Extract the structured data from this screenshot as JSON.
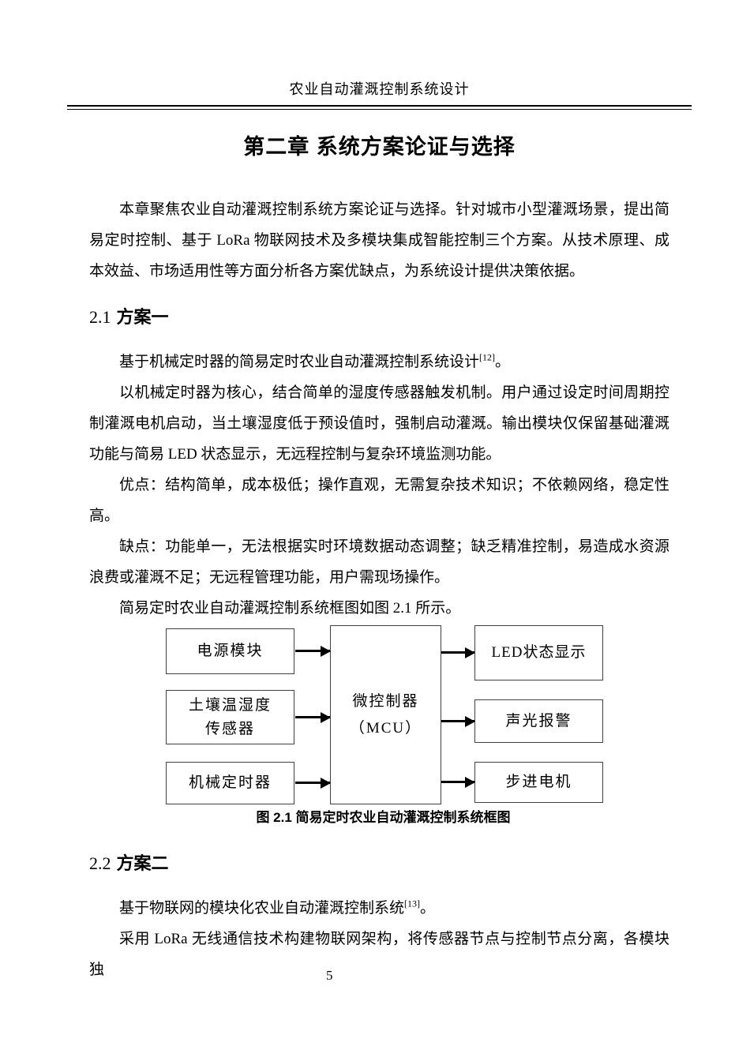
{
  "page": {
    "header": "农业自动灌溉控制系统设计",
    "chapter_title": "第二章 系统方案论证与选择",
    "page_number": "5"
  },
  "intro": "本章聚焦农业自动灌溉控制系统方案论证与选择。针对城市小型灌溉场景，提出简易定时控制、基于 LoRa 物联网技术及多模块集成智能控制三个方案。从技术原理、成本效益、市场适用性等方面分析各方案优缺点，为系统设计提供决策依据。",
  "section1": {
    "number": "2.1",
    "title": "方案一",
    "p1": {
      "text": "基于机械定时器的简易定时农业自动灌溉控制系统设计",
      "ref": "[12]",
      "tail": "。"
    },
    "p2": "以机械定时器为核心，结合简单的湿度传感器触发机制。用户通过设定时间周期控制灌溉电机启动，当土壤湿度低于预设值时，强制启动灌溉。输出模块仅保留基础灌溉功能与简易 LED 状态显示，无远程控制与复杂环境监测功能。",
    "p3": "优点：结构简单，成本极低；操作直观，无需复杂技术知识；不依赖网络，稳定性高。",
    "p4": "缺点：功能单一，无法根据实时环境数据动态调整；缺乏精准控制，易造成水资源浪费或灌溉不足；无远程管理功能，用户需现场操作。",
    "p5": "简易定时农业自动灌溉控制系统框图如图 2.1 所示。"
  },
  "figure": {
    "caption": "图 2.1 简易定时农业自动灌溉控制系统框图",
    "inputs": [
      {
        "label": "电源模块"
      },
      {
        "label": "土壤温湿度\n传感器"
      },
      {
        "label": "机械定时器"
      }
    ],
    "controller": "微控制器\n（MCU）",
    "outputs": [
      {
        "label": "LED状态显示"
      },
      {
        "label": "声光报警"
      },
      {
        "label": "步进电机"
      }
    ]
  },
  "section2": {
    "number": "2.2",
    "title": "方案二",
    "p1": {
      "text": "基于物联网的模块化农业自动灌溉控制系统",
      "ref": "[13]",
      "tail": "。"
    },
    "p2": "采用 LoRa 无线通信技术构建物联网架构，将传感器节点与控制节点分离，各模块独"
  }
}
